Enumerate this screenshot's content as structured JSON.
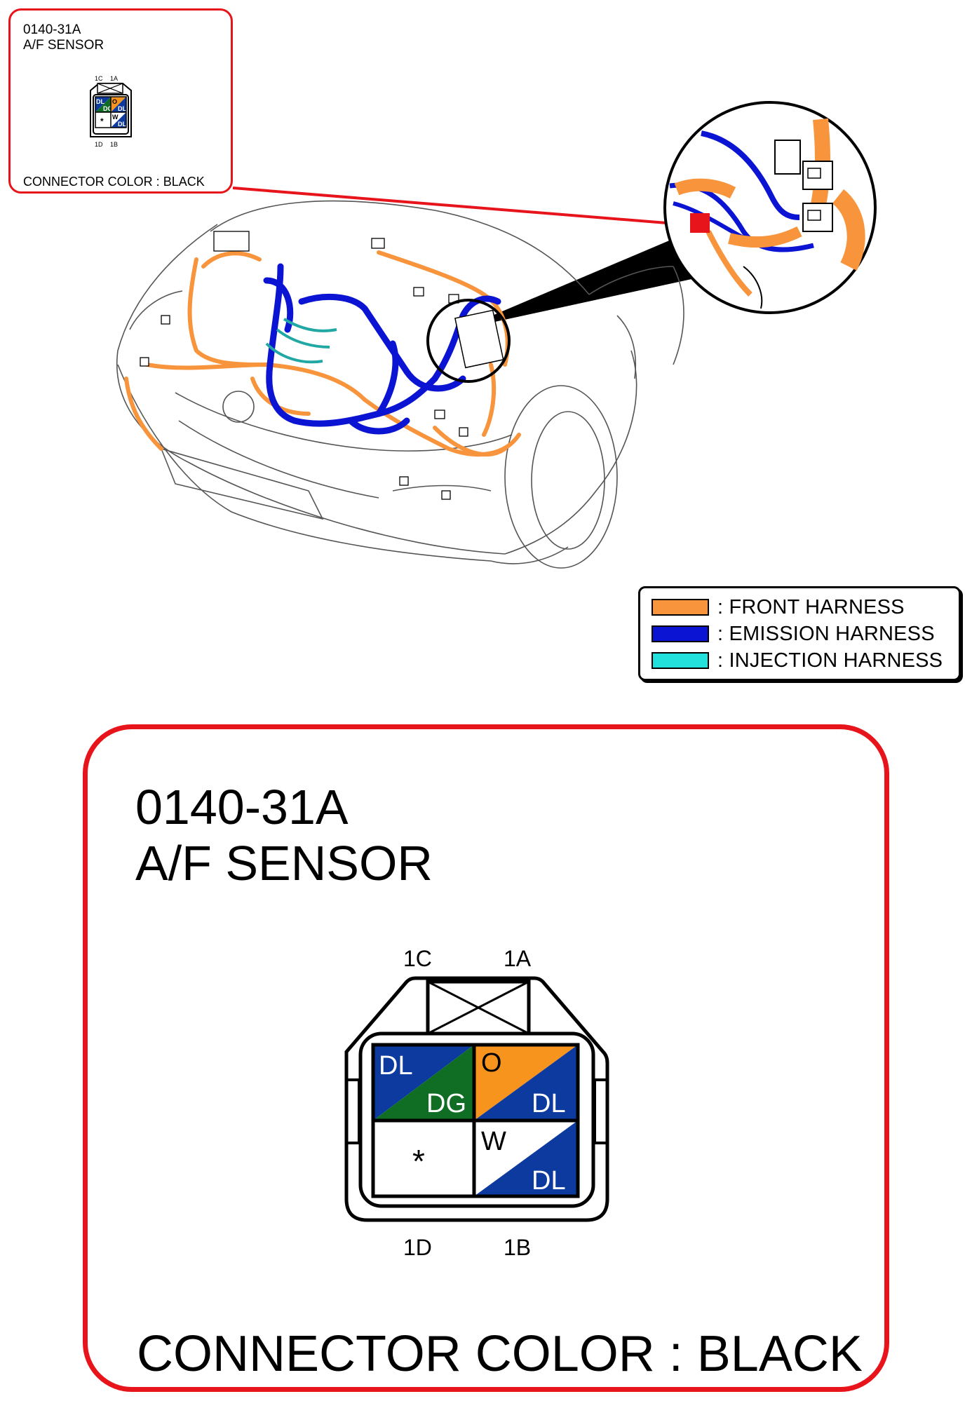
{
  "connector": {
    "code": "0140-31A",
    "name": "A/F SENSOR",
    "connector_color_text": "CONNECTOR COLOR : BLACK",
    "pin_labels": {
      "top_left": "1C",
      "top_right": "1A",
      "bottom_left": "1D",
      "bottom_right": "1B"
    },
    "pins": {
      "1C": {
        "primary": "DL",
        "secondary": "DG"
      },
      "1A": {
        "primary": "O",
        "secondary": "DL"
      },
      "1D": {
        "symbol": "*"
      },
      "1B": {
        "primary": "W",
        "secondary": "DL"
      }
    }
  },
  "legend": [
    {
      "label": ": FRONT HARNESS",
      "color": "#f7943c"
    },
    {
      "label": ": EMISSION HARNESS",
      "color": "#0a14d2"
    },
    {
      "label": ": INJECTION HARNESS",
      "color": "#22e0dc"
    }
  ],
  "colors": {
    "callout_red": "#e8141b",
    "wire_dark_blue": "#0d3a9e",
    "wire_dark_green": "#0f6e24",
    "wire_orange": "#f7941d",
    "white": "#ffffff"
  }
}
